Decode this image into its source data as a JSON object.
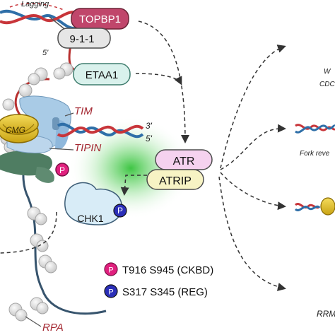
{
  "labels": {
    "lagging": "Lagging",
    "five_prime_top": "5'",
    "topbp1": "TOPBP1",
    "nine_one_one": "9-1-1",
    "etaa1": "ETAA1",
    "cmg": "CMG",
    "tim": "TIM",
    "tipin": "TIPIN",
    "three_prime": "3'",
    "five_prime_mid": "5'",
    "atr": "ATR",
    "atrip": "ATRIP",
    "chk1": "CHK1",
    "p_marker": "P",
    "rpa": "RPA"
  },
  "outcomes": {
    "cdc_top_line1": "W",
    "cdc_top_line2": "CDC",
    "fork_reversal": "Fork reve",
    "rrm": "RRM"
  },
  "legend": [
    {
      "badge": "P",
      "text": "T916 S945 (CKBD)",
      "color": "#e0207e"
    },
    {
      "badge": "P",
      "text": "S317 S345 (REG)",
      "color": "#2b2fb8"
    }
  ],
  "colors": {
    "topbp1_fill": "#c0466b",
    "etaa1_fill": "#d9f1ec",
    "atr_fill": "#f5d2ef",
    "atrip_fill": "#f7f3c4",
    "chk1_fill": "#d8ecf7",
    "cmg_fill": "#e6c32b",
    "tim_fill": "#a9cbe6",
    "label_red": "#a32630",
    "dna_red": "#c8353a",
    "dna_blue": "#2f6fa8",
    "rpa_line": "#37546d",
    "glow_green": "#37c43a"
  }
}
